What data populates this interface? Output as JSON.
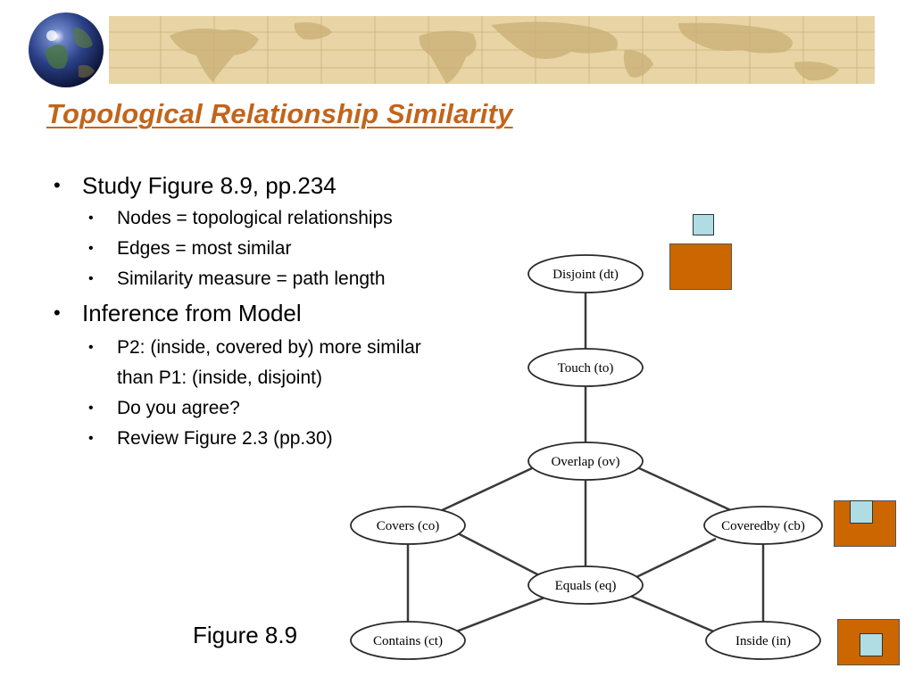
{
  "slide": {
    "title": "Topological Relationship Similarity",
    "bullets": [
      {
        "text": "Study Figure 8.9, pp.234",
        "sub": [
          "Nodes = topological relationships",
          "Edges = most similar",
          "Similarity measure = path length"
        ]
      },
      {
        "text": "Inference from Model",
        "sub": [
          "P2: (inside, covered by) more similar than P1: (inside, disjoint)",
          "Do you agree?",
          "Review Figure 2.3 (pp.30)"
        ]
      }
    ],
    "figure_caption": "Figure 8.9"
  },
  "diagram": {
    "nodes": [
      {
        "id": "dt",
        "label": "Disjoint (dt)"
      },
      {
        "id": "to",
        "label": "Touch (to)"
      },
      {
        "id": "ov",
        "label": "Overlap (ov)"
      },
      {
        "id": "co",
        "label": "Covers (co)"
      },
      {
        "id": "cb",
        "label": "Coveredby (cb)"
      },
      {
        "id": "eq",
        "label": "Equals (eq)"
      },
      {
        "id": "ct",
        "label": "Contains (ct)"
      },
      {
        "id": "in",
        "label": "Inside (in)"
      }
    ],
    "edges": [
      [
        "dt",
        "to"
      ],
      [
        "to",
        "ov"
      ],
      [
        "ov",
        "co"
      ],
      [
        "ov",
        "cb"
      ],
      [
        "ov",
        "eq"
      ],
      [
        "co",
        "eq"
      ],
      [
        "cb",
        "eq"
      ],
      [
        "co",
        "ct"
      ],
      [
        "cb",
        "in"
      ],
      [
        "eq",
        "ct"
      ],
      [
        "eq",
        "in"
      ]
    ]
  },
  "colors": {
    "title": "#c1651b",
    "accent_orange": "#cc6600",
    "small_square": "#b0dde4",
    "banner_bg": "#e8d4a4"
  },
  "icons": [
    "globe-icon",
    "world-map-banner"
  ]
}
